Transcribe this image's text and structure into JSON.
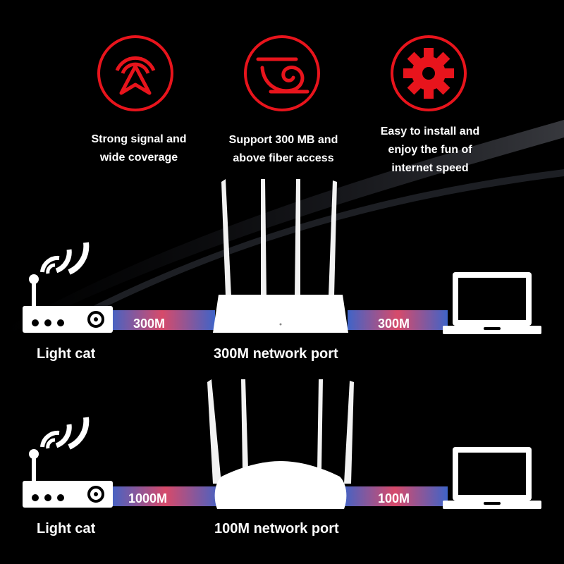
{
  "features": [
    {
      "icon": "signal-icon",
      "caption_lines": [
        "Strong signal and",
        "wide coverage"
      ]
    },
    {
      "icon": "fiber-icon",
      "caption_lines": [
        "Support 300 MB and",
        "above fiber access"
      ]
    },
    {
      "icon": "gear-icon",
      "caption_lines": [
        "Easy to install and",
        "enjoy the fun of",
        "internet speed"
      ]
    }
  ],
  "scenario_top": {
    "modem_label": "Light cat",
    "router_label": "300M network port",
    "left_speed": "300M",
    "right_speed": "300M"
  },
  "scenario_bottom": {
    "modem_label": "Light cat",
    "router_label": "100M network port",
    "left_speed": "1000M",
    "right_speed": "100M"
  },
  "colors": {
    "accent_red": "#e8141c",
    "cable_blue": "#3f64c8",
    "cable_pink": "#d74a6a",
    "device_white": "#ffffff"
  }
}
